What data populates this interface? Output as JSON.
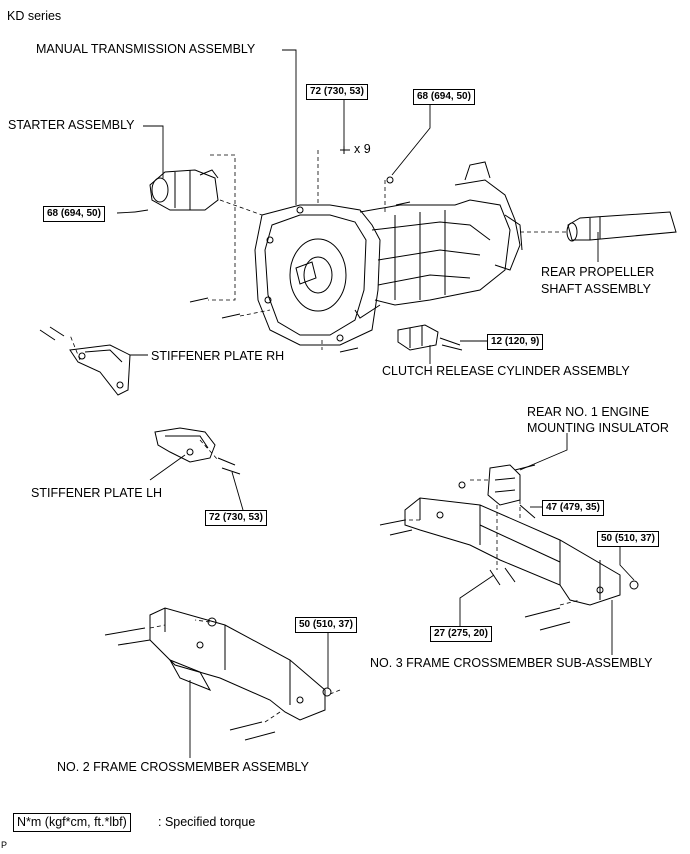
{
  "header": {
    "series": "KD series"
  },
  "labels": {
    "manual_transmission": "MANUAL TRANSMISSION ASSEMBLY",
    "starter": "STARTER ASSEMBLY",
    "rear_propeller_1": "REAR PROPELLER",
    "rear_propeller_2": "SHAFT ASSEMBLY",
    "stiffener_rh": "STIFFENER PLATE RH",
    "clutch_cylinder": "CLUTCH RELEASE CYLINDER ASSEMBLY",
    "rear_mount_1": "REAR NO. 1 ENGINE",
    "rear_mount_2": "MOUNTING INSULATOR",
    "stiffener_lh": "STIFFENER PLATE LH",
    "no3_crossmember": "NO. 3 FRAME CROSSMEMBER SUB-ASSEMBLY",
    "no2_crossmember": "NO. 2 FRAME CROSSMEMBER ASSEMBLY",
    "bolt_count": "x 9"
  },
  "torques": {
    "t72_top": "72 (730, 53)",
    "t68_top": "68 (694, 50)",
    "t68_starter": "68 (694, 50)",
    "t12": "12 (120, 9)",
    "t72_lh": "72 (730, 53)",
    "t47": "47 (479, 35)",
    "t50_right": "50 (510, 37)",
    "t27": "27 (275, 20)",
    "t50_left": "50 (510, 37)"
  },
  "legend": {
    "unit_box": "N*m (kgf*cm, ft.*lbf)",
    "text": ": Specified torque"
  },
  "footer": {
    "code": "P"
  }
}
